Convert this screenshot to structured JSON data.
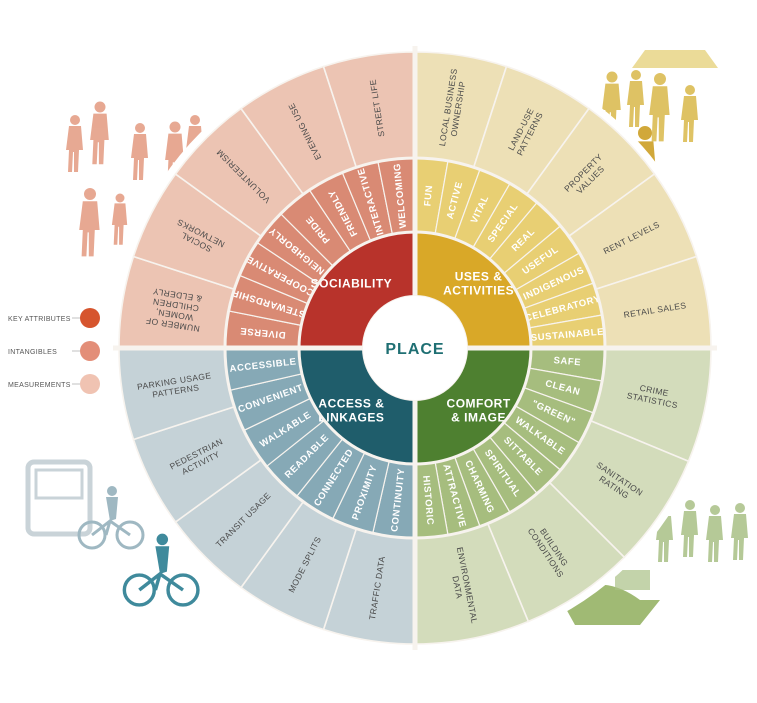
{
  "center": "PLACE",
  "quadrants": [
    {
      "id": "sociability",
      "title": [
        "SOCIABILITY"
      ],
      "core_color": "#b8332b",
      "mid_color": "#d98a74",
      "outer_color": "#ecc4b3",
      "attributes": [
        "DIVERSE",
        "STEWARDSHIP",
        "COOPERATIVE",
        "NEIGHBORLY",
        "PRIDE",
        "FRIENDLY",
        "INTERACTIVE",
        "WELCOMING"
      ],
      "measurements": [
        [
          "NUMBER OF",
          "WOMEN,",
          "CHILDREN",
          "& ELDERLY"
        ],
        [
          "SOCIAL",
          "NETWORKS"
        ],
        [
          "VOLUNTEERISM"
        ],
        [
          "EVENING USE"
        ],
        [
          "STREET LIFE"
        ]
      ]
    },
    {
      "id": "uses",
      "title": [
        "USES &",
        "ACTIVITIES"
      ],
      "core_color": "#d9a828",
      "mid_color": "#e8cf73",
      "outer_color": "#ede0b6",
      "attributes": [
        "FUN",
        "ACTIVE",
        "VITAL",
        "SPECIAL",
        "REAL",
        "USEFUL",
        "INDIGENOUS",
        "CELEBRATORY",
        "SUSTAINABLE"
      ],
      "measurements": [
        [
          "LOCAL BUSINESS",
          "OWNERSHIP"
        ],
        [
          "LAND-USE",
          "PATTERNS"
        ],
        [
          "PROPERTY",
          "VALUES"
        ],
        [
          "RENT LEVELS"
        ],
        [
          "RETAIL SALES"
        ]
      ]
    },
    {
      "id": "comfort",
      "title": [
        "COMFORT",
        "& IMAGE"
      ],
      "core_color": "#4e8030",
      "mid_color": "#a6bd7e",
      "outer_color": "#d3dcbb",
      "attributes": [
        "SAFE",
        "CLEAN",
        "\"GREEN\"",
        "WALKABLE",
        "SITTABLE",
        "SPIRITUAL",
        "CHARMING",
        "ATTRACTIVE",
        "HISTORIC"
      ],
      "measurements": [
        [
          "CRIME",
          "STATISTICS"
        ],
        [
          "SANITATION",
          "RATING"
        ],
        [
          "BUILDING",
          "CONDITIONS"
        ],
        [
          "ENVIRONMENTAL",
          "DATA"
        ]
      ]
    },
    {
      "id": "access",
      "title": [
        "ACCESS &",
        "LINKAGES"
      ],
      "core_color": "#1f5d6b",
      "mid_color": "#86a9b6",
      "outer_color": "#c5d2d7",
      "attributes": [
        "CONTINUITY",
        "PROXIMITY",
        "CONNECTED",
        "READABLE",
        "WALKABLE",
        "CONVENIENT",
        "ACCESSIBLE"
      ],
      "measurements": [
        [
          "TRAFFIC DATA"
        ],
        [
          "MODE SPLITS"
        ],
        [
          "TRANSIT USAGE"
        ],
        [
          "PEDESTRIAN",
          "ACTIVITY"
        ],
        [
          "PARKING USAGE",
          "PATTERNS"
        ]
      ]
    }
  ],
  "legend": [
    {
      "label": "KEY ATTRIBUTES",
      "color": "#d6552e"
    },
    {
      "label": "INTANGIBLES",
      "color": "#e38e78"
    },
    {
      "label": "MEASUREMENTS",
      "color": "#f0c3b2"
    }
  ]
}
